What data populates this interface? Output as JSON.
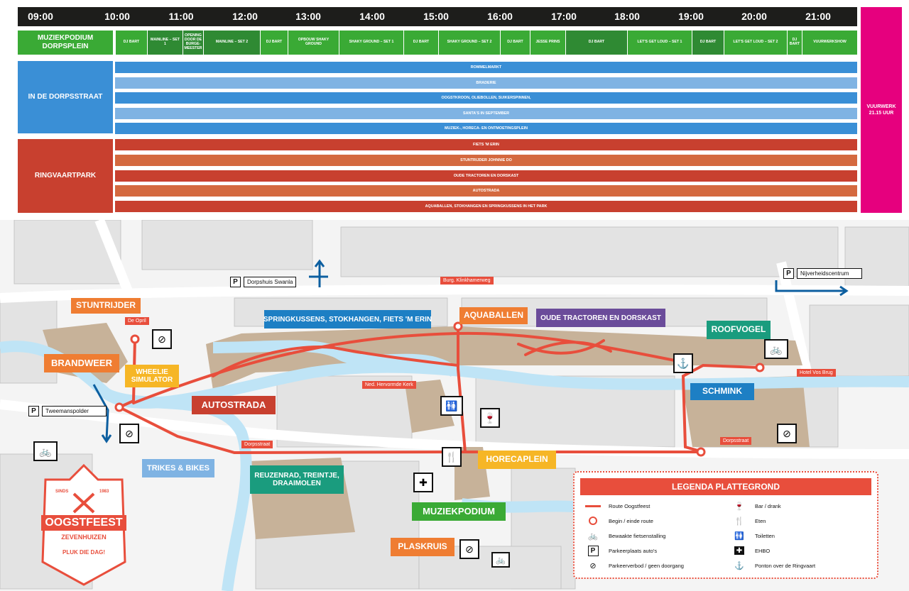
{
  "schedule": {
    "times": [
      "09:00",
      "10:00",
      "11:00",
      "12:00",
      "13:00",
      "14:00",
      "15:00",
      "16:00",
      "17:00",
      "18:00",
      "19:00",
      "20:00",
      "21:00"
    ],
    "muziekpodium": {
      "label": "MUZIEKPODIUM DORPSPLEIN",
      "slots": [
        "DJ BART",
        "MAINLINE – SET 1",
        "OPENING DOOR DE BURGE-MEESTER",
        "MAINLINE – SET 2",
        "DJ BART",
        "OPBOUW SHAKY GROUND",
        "SHAKY GROUND – SET 1",
        "DJ BART",
        "SHAKY GROUND – SET 2",
        "DJ BART",
        "JESSE PRINS",
        "DJ BART",
        "LET'S GET LOUD – SET 1",
        "DJ BART",
        "LET'S GET LOUD – SET 2",
        "DJ BART",
        "VUURWERKSHOW"
      ]
    },
    "dorpsstraat": {
      "label": "IN DE DORPSSTRAAT",
      "bars": [
        "ROMMELMARKT",
        "BRADERIE",
        "OOGSTKROON, OLIEBOLLEN, SUIKERSPINNEN,",
        "SANTA'S IN SEPTEMBER",
        "MUZIEK-, HORECA- EN ONTMOETINGSPLEIN"
      ]
    },
    "ringvaartpark": {
      "label": "RINGVAARTPARK",
      "bars": [
        "FIETS 'M ERIN",
        "STUNTRIJDER JOHNNIE DO",
        "OUDE TRACTOREN EN DORSKAST",
        "AUTOSTRADA",
        "AQUABALLEN, STOKHANGEN EN SPRINGKUSSENS IN HET PARK"
      ]
    },
    "fireworks": "VUURWERK 21.15 UUR"
  },
  "map": {
    "attractions": {
      "stuntrijder": "STUNTRIJDER",
      "brandweer": "BRANDWEER",
      "wheelie": "WHEELIE SIMULATOR",
      "autostrada": "AUTOSTRADA",
      "springkussens": "SPRINGKUSSENS, STOKHANGEN, FIETS 'M ERIN",
      "aquaballen": "AQUABALLEN",
      "tractoren": "OUDE TRACTOREN EN DORSKAST",
      "roofvogel": "ROOFVOGEL",
      "schmink": "SCHMINK",
      "trikes": "TRIKES & BIKES",
      "reuzenrad": "REUZENRAD, TREINTJE, DRAAIMOLEN",
      "horeca": "HORECAPLEIN",
      "muziekpodium": "MUZIEKPODIUM",
      "plaskruis": "PLASKRUIS"
    },
    "tags": {
      "de_opril": "De Opril",
      "klinkhamerweg": "Burg. Klinkhamerweg",
      "kerk": "Ned. Hervormde Kerk",
      "dorpsstraat1": "Dorpsstraat",
      "dorpsstraat2": "Dorpsstraat",
      "hotel": "Hotel Vos Brug"
    },
    "parking": {
      "p": "P",
      "swanla": "Dorpshuis Swanla",
      "nijverheid": "Nijverheidscentrum",
      "tweemans": "Tweemanspolder"
    },
    "logo": {
      "since": "SINDS",
      "year": "1983",
      "name": "OOGSTFEEST",
      "town": "ZEVENHUIZEN",
      "slogan": "PLUK DIE DAG!"
    }
  },
  "legend": {
    "title": "LEGENDA PLATTEGROND",
    "left": [
      "Route Oogstfeest",
      "Begin / einde route",
      "Bewaakte fietsenstalling",
      "Parkeerplaats auto's",
      "Parkeerverbod / geen doorgang"
    ],
    "right": [
      "Bar / drank",
      "Eten",
      "Toiletten",
      "EHBO",
      "Ponton over de Ringvaart"
    ]
  },
  "colors": {
    "green": "#3aaa35",
    "dark_green": "#2f8a33",
    "blue": "#3a8fd6",
    "light_blue": "#7fb3e3",
    "red": "#c8402f",
    "orange_red": "#d4693f",
    "pink": "#e6007e",
    "route": "#e84e3c",
    "orange": "#ef7d32",
    "purple": "#6b4c9a",
    "teal": "#1a9c7e",
    "yellow": "#f6b626"
  }
}
